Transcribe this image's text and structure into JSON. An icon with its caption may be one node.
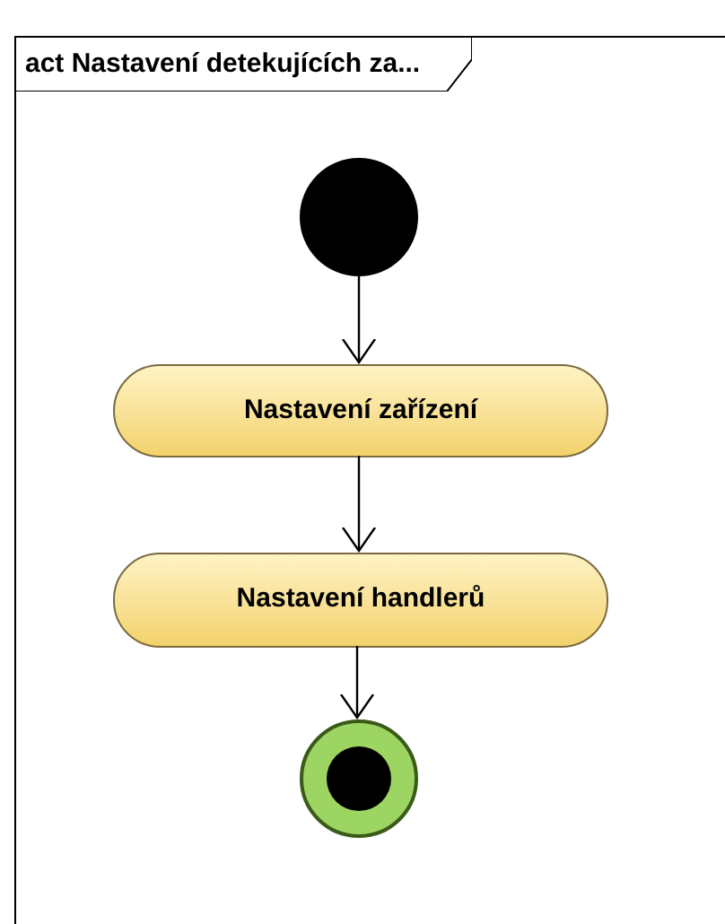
{
  "diagram": {
    "nodes": [
      {
        "text": [
          "act Nastavení detekujících za..."
        ]
      },
      {
        "text": [],
        "shape": "circle",
        "in": 0
      },
      {
        "text": [
          "Nastavení zařízení"
        ],
        "in": 0
      },
      {
        "text": [
          "Nastavení handlerů"
        ],
        "in": 0
      },
      {
        "text": [],
        "shape": "final-circle",
        "in": 0
      }
    ],
    "edges": [
      {
        "from": 1,
        "to": 2,
        "arrow": "to"
      },
      {
        "from": 2,
        "to": 3,
        "arrow": "to"
      },
      {
        "from": 3,
        "to": 4,
        "arrow": "to"
      }
    ]
  }
}
